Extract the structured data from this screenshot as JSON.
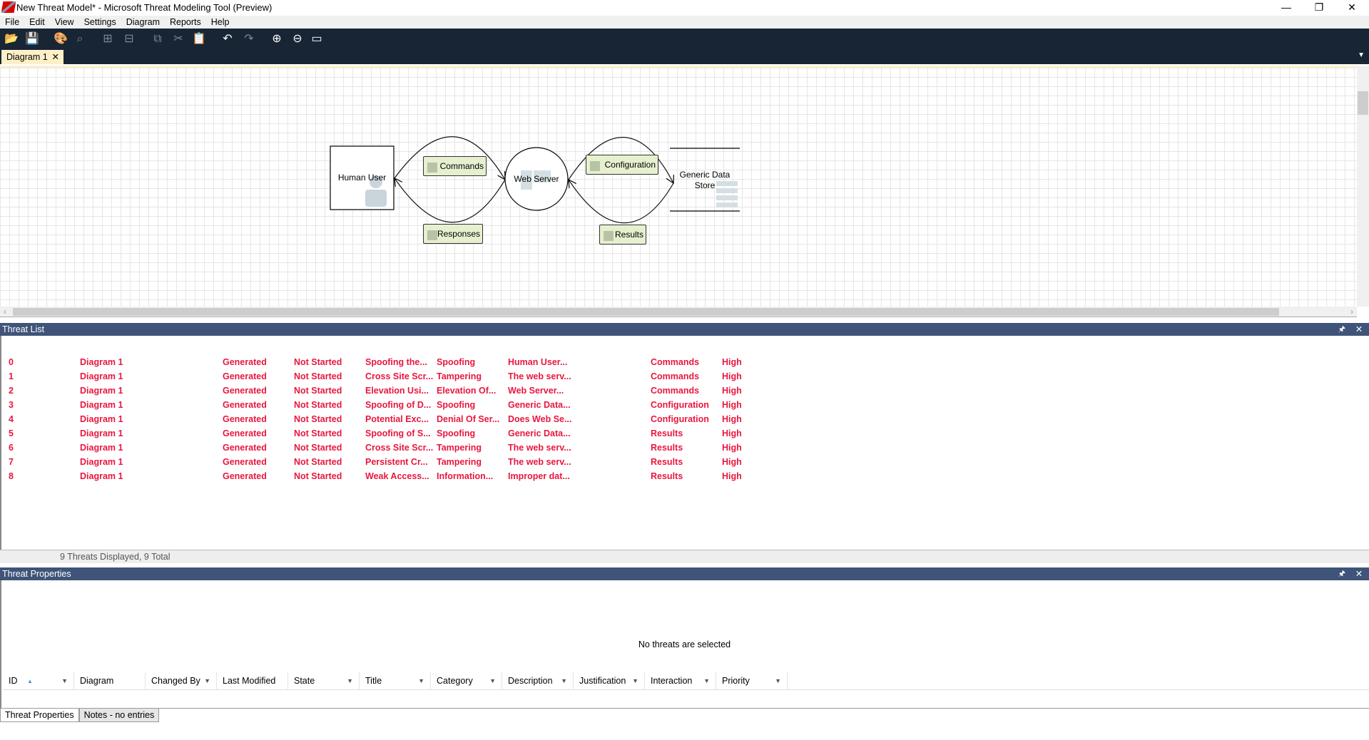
{
  "window": {
    "title": "New Threat Model* - Microsoft Threat Modeling Tool  (Preview)",
    "minimize": "—",
    "restore": "❐",
    "close": "✕"
  },
  "menu": [
    "File",
    "Edit",
    "View",
    "Settings",
    "Diagram",
    "Reports",
    "Help"
  ],
  "toolbar": [
    {
      "icon": "open-icon",
      "glyph": "📂",
      "enabled": true
    },
    {
      "icon": "save-icon",
      "glyph": "💾",
      "enabled": true
    },
    {
      "icon": "palette-icon",
      "glyph": "🎨",
      "enabled": true
    },
    {
      "icon": "analysis-view-icon",
      "glyph": "⌕",
      "enabled": false
    },
    {
      "icon": "new-diagram-icon",
      "glyph": "⊞",
      "enabled": false
    },
    {
      "icon": "delete-diagram-icon",
      "glyph": "⊟",
      "enabled": false
    },
    {
      "icon": "copy-icon",
      "glyph": "⧉",
      "enabled": false
    },
    {
      "icon": "cut-icon",
      "glyph": "✂",
      "enabled": false
    },
    {
      "icon": "paste-icon",
      "glyph": "📋",
      "enabled": false
    },
    {
      "icon": "undo-icon",
      "glyph": "↶",
      "enabled": true
    },
    {
      "icon": "redo-icon",
      "glyph": "↷",
      "enabled": false
    },
    {
      "icon": "zoom-in-icon",
      "glyph": "⊕",
      "enabled": true
    },
    {
      "icon": "zoom-out-icon",
      "glyph": "⊖",
      "enabled": true
    },
    {
      "icon": "comment-icon",
      "glyph": "▭",
      "enabled": true
    }
  ],
  "tab": {
    "label": "Diagram 1",
    "close": "✕"
  },
  "diagram": {
    "human_user": "Human User",
    "web_server": "Web Server",
    "data_store": "Generic Data Store",
    "flows": {
      "commands": "Commands",
      "responses": "Responses",
      "configuration": "Configuration",
      "results": "Results"
    }
  },
  "threat_list": {
    "title": "Threat List",
    "pin": "🖈",
    "close": "✕",
    "columns": [
      "ID",
      "Diagram",
      "Changed By",
      "Last Modified",
      "State",
      "Title",
      "Category",
      "Description",
      "Justification",
      "Interaction",
      "Priority"
    ],
    "sort_indicator": "▲",
    "rows": [
      [
        "0",
        "Diagram 1",
        "",
        "Generated",
        "Not Started",
        "Spoofing the...",
        "Spoofing",
        "Human User...",
        "",
        "Commands",
        "High"
      ],
      [
        "1",
        "Diagram 1",
        "",
        "Generated",
        "Not Started",
        "Cross Site Scr...",
        "Tampering",
        "The web serv...",
        "",
        "Commands",
        "High"
      ],
      [
        "2",
        "Diagram 1",
        "",
        "Generated",
        "Not Started",
        "Elevation Usi...",
        "Elevation Of...",
        "Web Server...",
        "",
        "Commands",
        "High"
      ],
      [
        "3",
        "Diagram 1",
        "",
        "Generated",
        "Not Started",
        "Spoofing of D...",
        "Spoofing",
        "Generic Data...",
        "",
        "Configuration",
        "High"
      ],
      [
        "4",
        "Diagram 1",
        "",
        "Generated",
        "Not Started",
        "Potential Exc...",
        "Denial Of Ser...",
        "Does Web Se...",
        "",
        "Configuration",
        "High"
      ],
      [
        "5",
        "Diagram 1",
        "",
        "Generated",
        "Not Started",
        "Spoofing of S...",
        "Spoofing",
        "Generic Data...",
        "",
        "Results",
        "High"
      ],
      [
        "6",
        "Diagram 1",
        "",
        "Generated",
        "Not Started",
        "Cross Site Scr...",
        "Tampering",
        "The web serv...",
        "",
        "Results",
        "High"
      ],
      [
        "7",
        "Diagram 1",
        "",
        "Generated",
        "Not Started",
        "Persistent Cr...",
        "Tampering",
        "The web serv...",
        "",
        "Results",
        "High"
      ],
      [
        "8",
        "Diagram 1",
        "",
        "Generated",
        "Not Started",
        "Weak Access...",
        "Information...",
        "Improper dat...",
        "",
        "Results",
        "High"
      ]
    ],
    "status": "9 Threats Displayed, 9 Total"
  },
  "threat_properties": {
    "title": "Threat Properties",
    "pin": "🖈",
    "close": "✕",
    "empty": "No threats are selected",
    "tabs": [
      "Threat Properties",
      "Notes - no entries"
    ]
  },
  "colors": {
    "toolbar": "#182535",
    "panel_header": "#3f5478",
    "threat_text": "#e8173f",
    "tab_active": "#fdf0c8",
    "flow_label": "#e6f0cf"
  }
}
